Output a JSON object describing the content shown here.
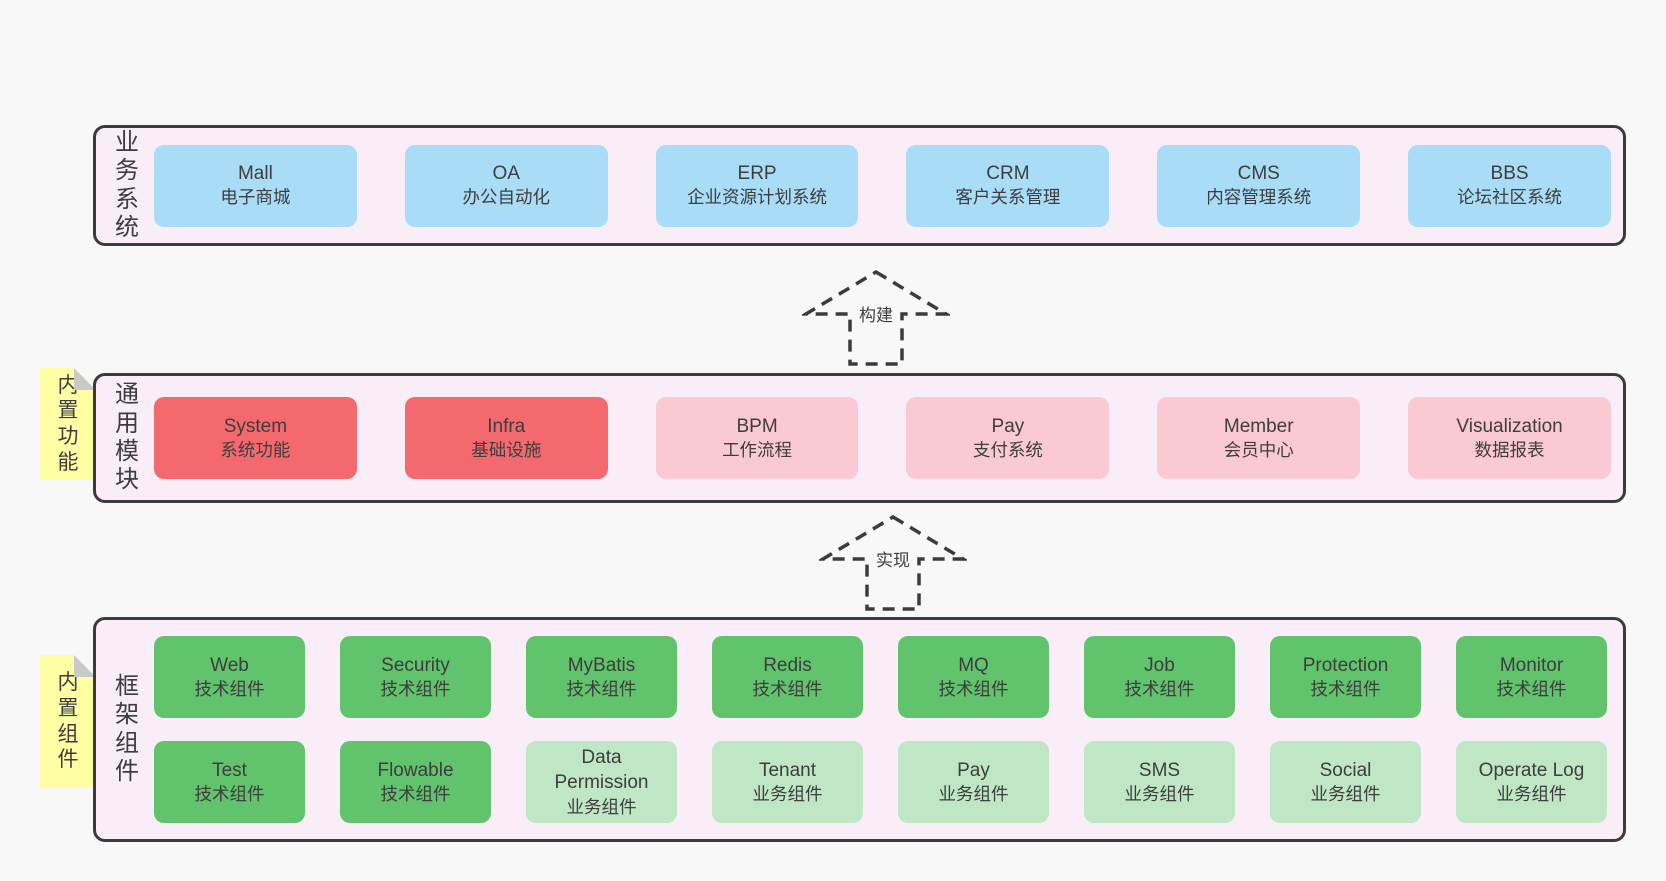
{
  "colors": {
    "pageBg": "#f8f8f8",
    "panelBg": "#f9eef7",
    "panelBorder": "#3b3b3b",
    "text": "#3d3d3d",
    "blue": "#a9dcf7",
    "red": "#f4696d",
    "pink": "#fbc9d3",
    "green": "#61c36c",
    "lightGreen": "#bfe7c5",
    "sticky": "#feffa5",
    "stickyFold": "#c9c9c9"
  },
  "arrows": {
    "build": "构建",
    "implement": "实现"
  },
  "layers": {
    "business": {
      "label": "业务系统",
      "boxes": [
        {
          "name": "Mall",
          "desc": "电子商城",
          "variant": "blue"
        },
        {
          "name": "OA",
          "desc": "办公自动化",
          "variant": "blue"
        },
        {
          "name": "ERP",
          "desc": "企业资源计划系统",
          "variant": "blue"
        },
        {
          "name": "CRM",
          "desc": "客户关系管理",
          "variant": "blue"
        },
        {
          "name": "CMS",
          "desc": "内容管理系统",
          "variant": "blue"
        },
        {
          "name": "BBS",
          "desc": "论坛社区系统",
          "variant": "blue"
        }
      ]
    },
    "modules": {
      "label": "通用模块",
      "tag": "内置功能",
      "boxes": [
        {
          "name": "System",
          "desc": "系统功能",
          "variant": "red"
        },
        {
          "name": "Infra",
          "desc": "基础设施",
          "variant": "red"
        },
        {
          "name": "BPM",
          "desc": "工作流程",
          "variant": "pink"
        },
        {
          "name": "Pay",
          "desc": "支付系统",
          "variant": "pink"
        },
        {
          "name": "Member",
          "desc": "会员中心",
          "variant": "pink"
        },
        {
          "name": "Visualization",
          "desc": "数据报表",
          "variant": "pink"
        }
      ]
    },
    "components": {
      "label": "框架组件",
      "tag": "内置组件",
      "row1": [
        {
          "name": "Web",
          "desc": "技术组件",
          "variant": "green"
        },
        {
          "name": "Security",
          "desc": "技术组件",
          "variant": "green"
        },
        {
          "name": "MyBatis",
          "desc": "技术组件",
          "variant": "green"
        },
        {
          "name": "Redis",
          "desc": "技术组件",
          "variant": "green"
        },
        {
          "name": "MQ",
          "desc": "技术组件",
          "variant": "green"
        },
        {
          "name": "Job",
          "desc": "技术组件",
          "variant": "green"
        },
        {
          "name": "Protection",
          "desc": "技术组件",
          "variant": "green"
        },
        {
          "name": "Monitor",
          "desc": "技术组件",
          "variant": "green"
        }
      ],
      "row2": [
        {
          "name": "Test",
          "desc": "技术组件",
          "variant": "green"
        },
        {
          "name": "Flowable",
          "desc": "技术组件",
          "variant": "green"
        },
        {
          "name": "Data Permission",
          "desc": "业务组件",
          "variant": "lightgreen"
        },
        {
          "name": "Tenant",
          "desc": "业务组件",
          "variant": "lightgreen"
        },
        {
          "name": "Pay",
          "desc": "业务组件",
          "variant": "lightgreen"
        },
        {
          "name": "SMS",
          "desc": "业务组件",
          "variant": "lightgreen"
        },
        {
          "name": "Social",
          "desc": "业务组件",
          "variant": "lightgreen"
        },
        {
          "name": "Operate Log",
          "desc": "业务组件",
          "variant": "lightgreen"
        }
      ]
    }
  }
}
